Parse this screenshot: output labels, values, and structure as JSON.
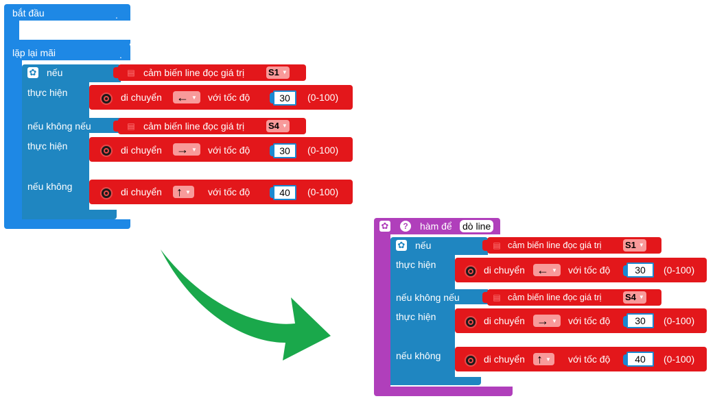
{
  "left_program": {
    "start_label": "bắt đầu",
    "forever_label": "lặp lại mãi",
    "if_block": {
      "if_label": "nếu",
      "sensor1_text": "cảm biến line đọc giá trị",
      "sensor1_value": "S1",
      "do1_label": "thực hiện",
      "move1_text": "di chuyển",
      "move1_arrow": "←",
      "with_speed": "với tốc độ",
      "speed1": "30",
      "range": "(0-100)",
      "elseif_label": "nếu không nếu",
      "sensor2_text": "cảm biến line đọc giá trị",
      "sensor2_value": "S4",
      "do2_label": "thực hiện",
      "move2_text": "di chuyển",
      "move2_arrow": "→",
      "speed2": "30",
      "else_label": "nếu không",
      "move3_text": "di chuyển",
      "move3_arrow": "↑",
      "speed3": "40"
    }
  },
  "right_program": {
    "function_label": "hàm để",
    "function_name": "dò line",
    "if_block": {
      "if_label": "nếu",
      "sensor1_text": "cảm biến line đọc giá trị",
      "sensor1_value": "S1",
      "do1_label": "thực hiện",
      "move1_text": "di chuyển",
      "move1_arrow": "←",
      "with_speed": "với tốc độ",
      "speed1": "30",
      "range": "(0-100)",
      "elseif_label": "nếu không nếu",
      "sensor2_text": "cảm biến line đọc giá trị",
      "sensor2_value": "S4",
      "do2_label": "thực hiện",
      "move2_text": "di chuyển",
      "move2_arrow": "→",
      "speed2": "30",
      "else_label": "nếu không",
      "move3_text": "di chuyển",
      "move3_arrow": "↑",
      "speed3": "40"
    }
  },
  "colors": {
    "start_blue": "#1e88e5",
    "if_teal": "#1f86c1",
    "action_red": "#e3171b",
    "function_purple": "#b03fbb",
    "arrow_green": "#1aa84b"
  },
  "icons": {
    "gear": "gear-icon",
    "help": "help-icon",
    "sensor": "line-sensor-icon",
    "motor": "motor-icon",
    "arrow": "curved-arrow-icon"
  }
}
